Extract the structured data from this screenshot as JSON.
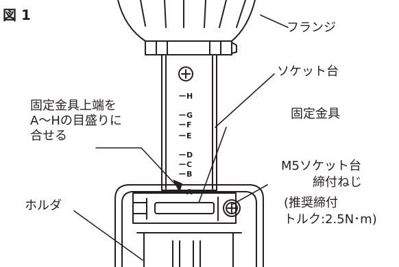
{
  "figure": {
    "title": "図 1"
  },
  "labels": {
    "flange": "フランジ",
    "socket_base": "ソケット台",
    "instruction_line1": "固定金具上端を",
    "instruction_line2": "A～Hの目盛りに",
    "instruction_line3": "合せる",
    "fixing_bracket": "固定金具",
    "screw_line1": "M5ソケット台",
    "screw_line2": "締付ねじ",
    "screw_line3": "(推奨締付",
    "screw_line4": "トルク:2.5N･m)",
    "holder": "ホルダ"
  },
  "scale_marks": [
    "H",
    "G",
    "F",
    "E",
    "D",
    "C",
    "B",
    "A"
  ],
  "colors": {
    "ink": "#231f20",
    "background": "#ffffff"
  }
}
